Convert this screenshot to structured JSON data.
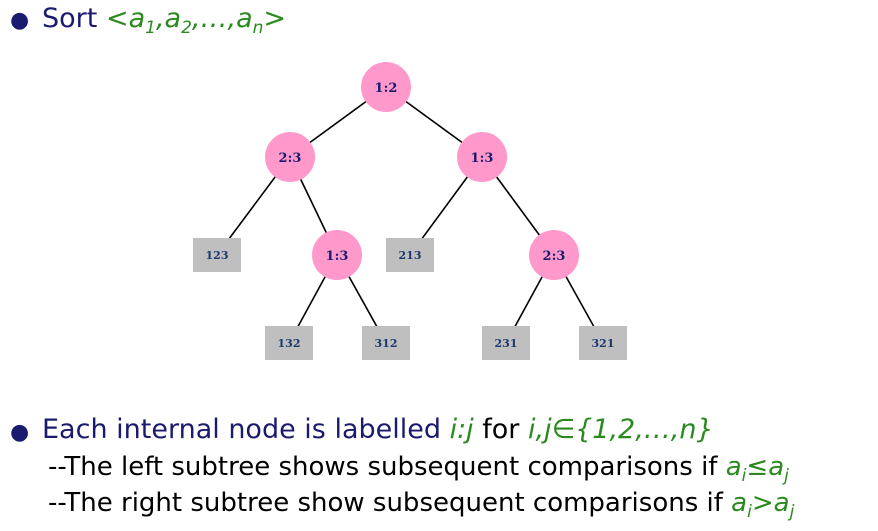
{
  "sort": {
    "word": "Sort",
    "seq_open": "<a",
    "sub1": "1",
    "comma1": ",a",
    "sub2": "2",
    "mid": ",…,a",
    "subn": "n",
    "seq_close": ">"
  },
  "tree": {
    "internal_nodes": [
      {
        "label": "1:2"
      },
      {
        "label": "2:3"
      },
      {
        "label": "1:3"
      },
      {
        "label": "1:3"
      },
      {
        "label": "2:3"
      }
    ],
    "leaves": [
      {
        "label": "123"
      },
      {
        "label": "213"
      },
      {
        "label": "132"
      },
      {
        "label": "312"
      },
      {
        "label": "231"
      },
      {
        "label": "321"
      }
    ],
    "colors": {
      "node_fill": "#ff99cc",
      "leaf_fill": "#bfbfbf",
      "edge": "#000000"
    }
  },
  "explanation": {
    "text1": "Each internal node is labelled ",
    "ij": "i:j",
    "for_word": " for ",
    "set_expr": "i,j∈{1,2,…,n}",
    "left_prefix": "--The left subtree shows subsequent comparisons if ",
    "left_a": "a",
    "left_sub_i": "i",
    "left_op": "≤a",
    "left_sub_j": "j",
    "right_prefix": "--The right subtree show subsequent comparisons if ",
    "right_a": "a",
    "right_sub_i": "i",
    "right_op": ">a",
    "right_sub_j": "j"
  }
}
